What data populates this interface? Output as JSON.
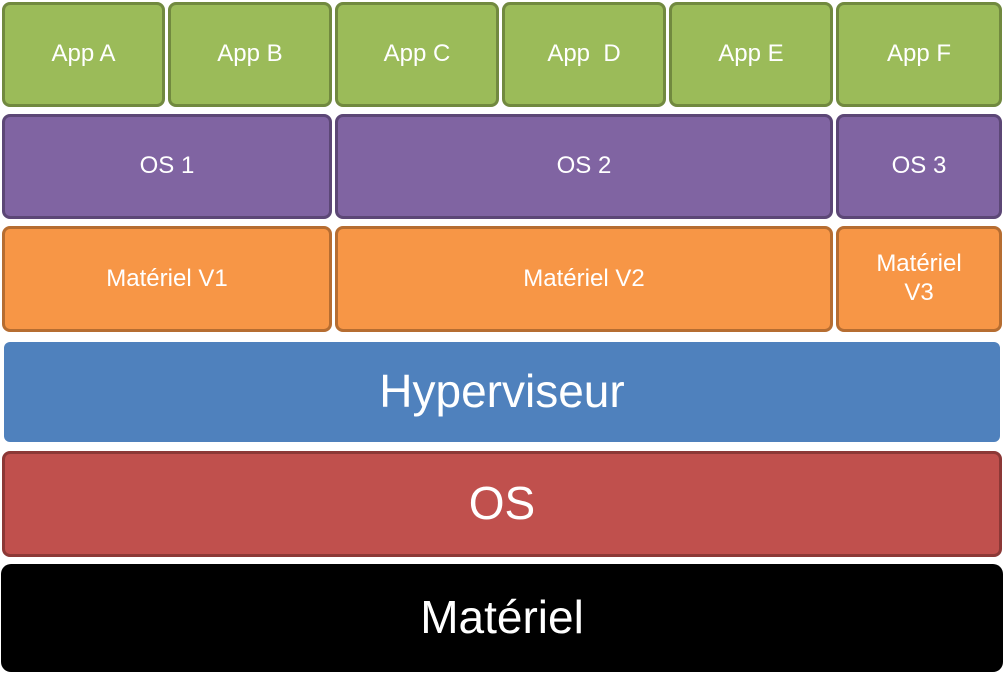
{
  "apps": [
    "App A",
    "App B",
    "App C",
    "App  D",
    "App E",
    "App F"
  ],
  "guest_os": [
    "OS 1",
    "OS 2",
    "OS 3"
  ],
  "virtual_hardware": [
    "Matériel V1",
    "Matériel V2",
    "Matériel\nV3"
  ],
  "hypervisor": "Hyperviseur",
  "host_os": "OS",
  "host_hardware": "Matériel",
  "colors": {
    "app": "#9bbb59",
    "guest_os": "#8064a2",
    "virtual_hardware": "#f79646",
    "hypervisor": "#4f81bd",
    "host_os": "#c0504d",
    "host_hardware": "#000000"
  }
}
